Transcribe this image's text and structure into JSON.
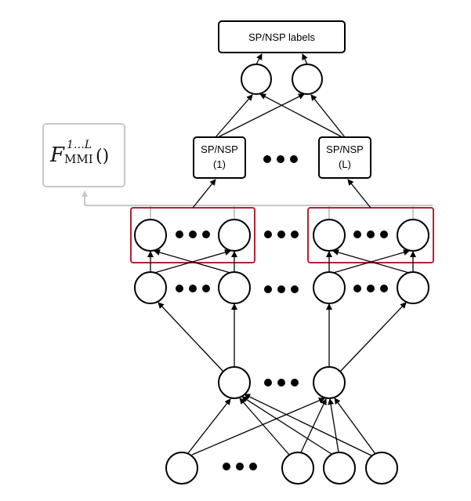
{
  "output_box": {
    "label": "SP/NSP labels"
  },
  "classifier_left": {
    "line1": "SP/NSP",
    "line2": "(1)"
  },
  "classifier_right": {
    "line1": "SP/NSP",
    "line2": "(L)"
  },
  "mmi_box": {
    "script_letter": "F",
    "superscript": "1…L",
    "subscript": "MMI",
    "parens": "()"
  },
  "colors": {
    "node_stroke": "#000000",
    "highlight_box": "#b22234",
    "mmi_box": "#c8c8c8",
    "mmi_arrow": "#c8c8c8"
  }
}
